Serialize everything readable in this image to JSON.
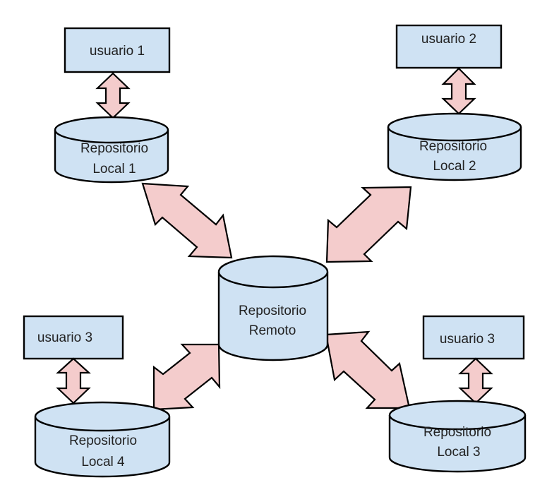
{
  "users": {
    "u1": "usuario 1",
    "u2": "usuario 2",
    "u3a": "usuario 3",
    "u3b": "usuario 3"
  },
  "repos": {
    "local1": [
      "Repositorio",
      "Local 1"
    ],
    "local2": [
      "Repositorio",
      "Local 2"
    ],
    "local3": [
      "Repositorio",
      "Local 3"
    ],
    "local4": [
      "Repositorio",
      "Local 4"
    ],
    "remote": [
      "Repositorio",
      "Remoto"
    ]
  },
  "colors": {
    "box_fill": "#cfe2f3",
    "arrow_fill": "#f4cccc",
    "stroke": "#000000"
  }
}
